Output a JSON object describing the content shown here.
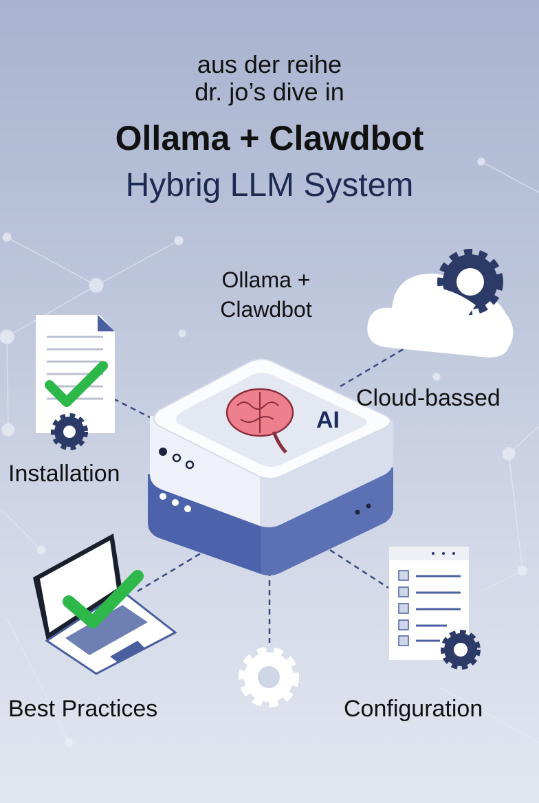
{
  "header": {
    "series_line1": "aus der reihe",
    "series_line2": "dr. jo’s dive in",
    "title": "Ollama + Clawdbot",
    "subtitle": "Hybrig LLM System"
  },
  "diagram": {
    "center_label_line1": "Ollama +",
    "center_label_line2": "Clawdbot",
    "server_badge": "AI",
    "nodes": {
      "installation": "Installation",
      "cloud": "Cloud-bassed",
      "best_practices": "Best Practices",
      "configuration": "Configuration"
    }
  },
  "colors": {
    "navy": "#2b3a67",
    "blue": "#4a5fa0",
    "check": "#2eb84a",
    "brain": "#ee7f8c"
  }
}
